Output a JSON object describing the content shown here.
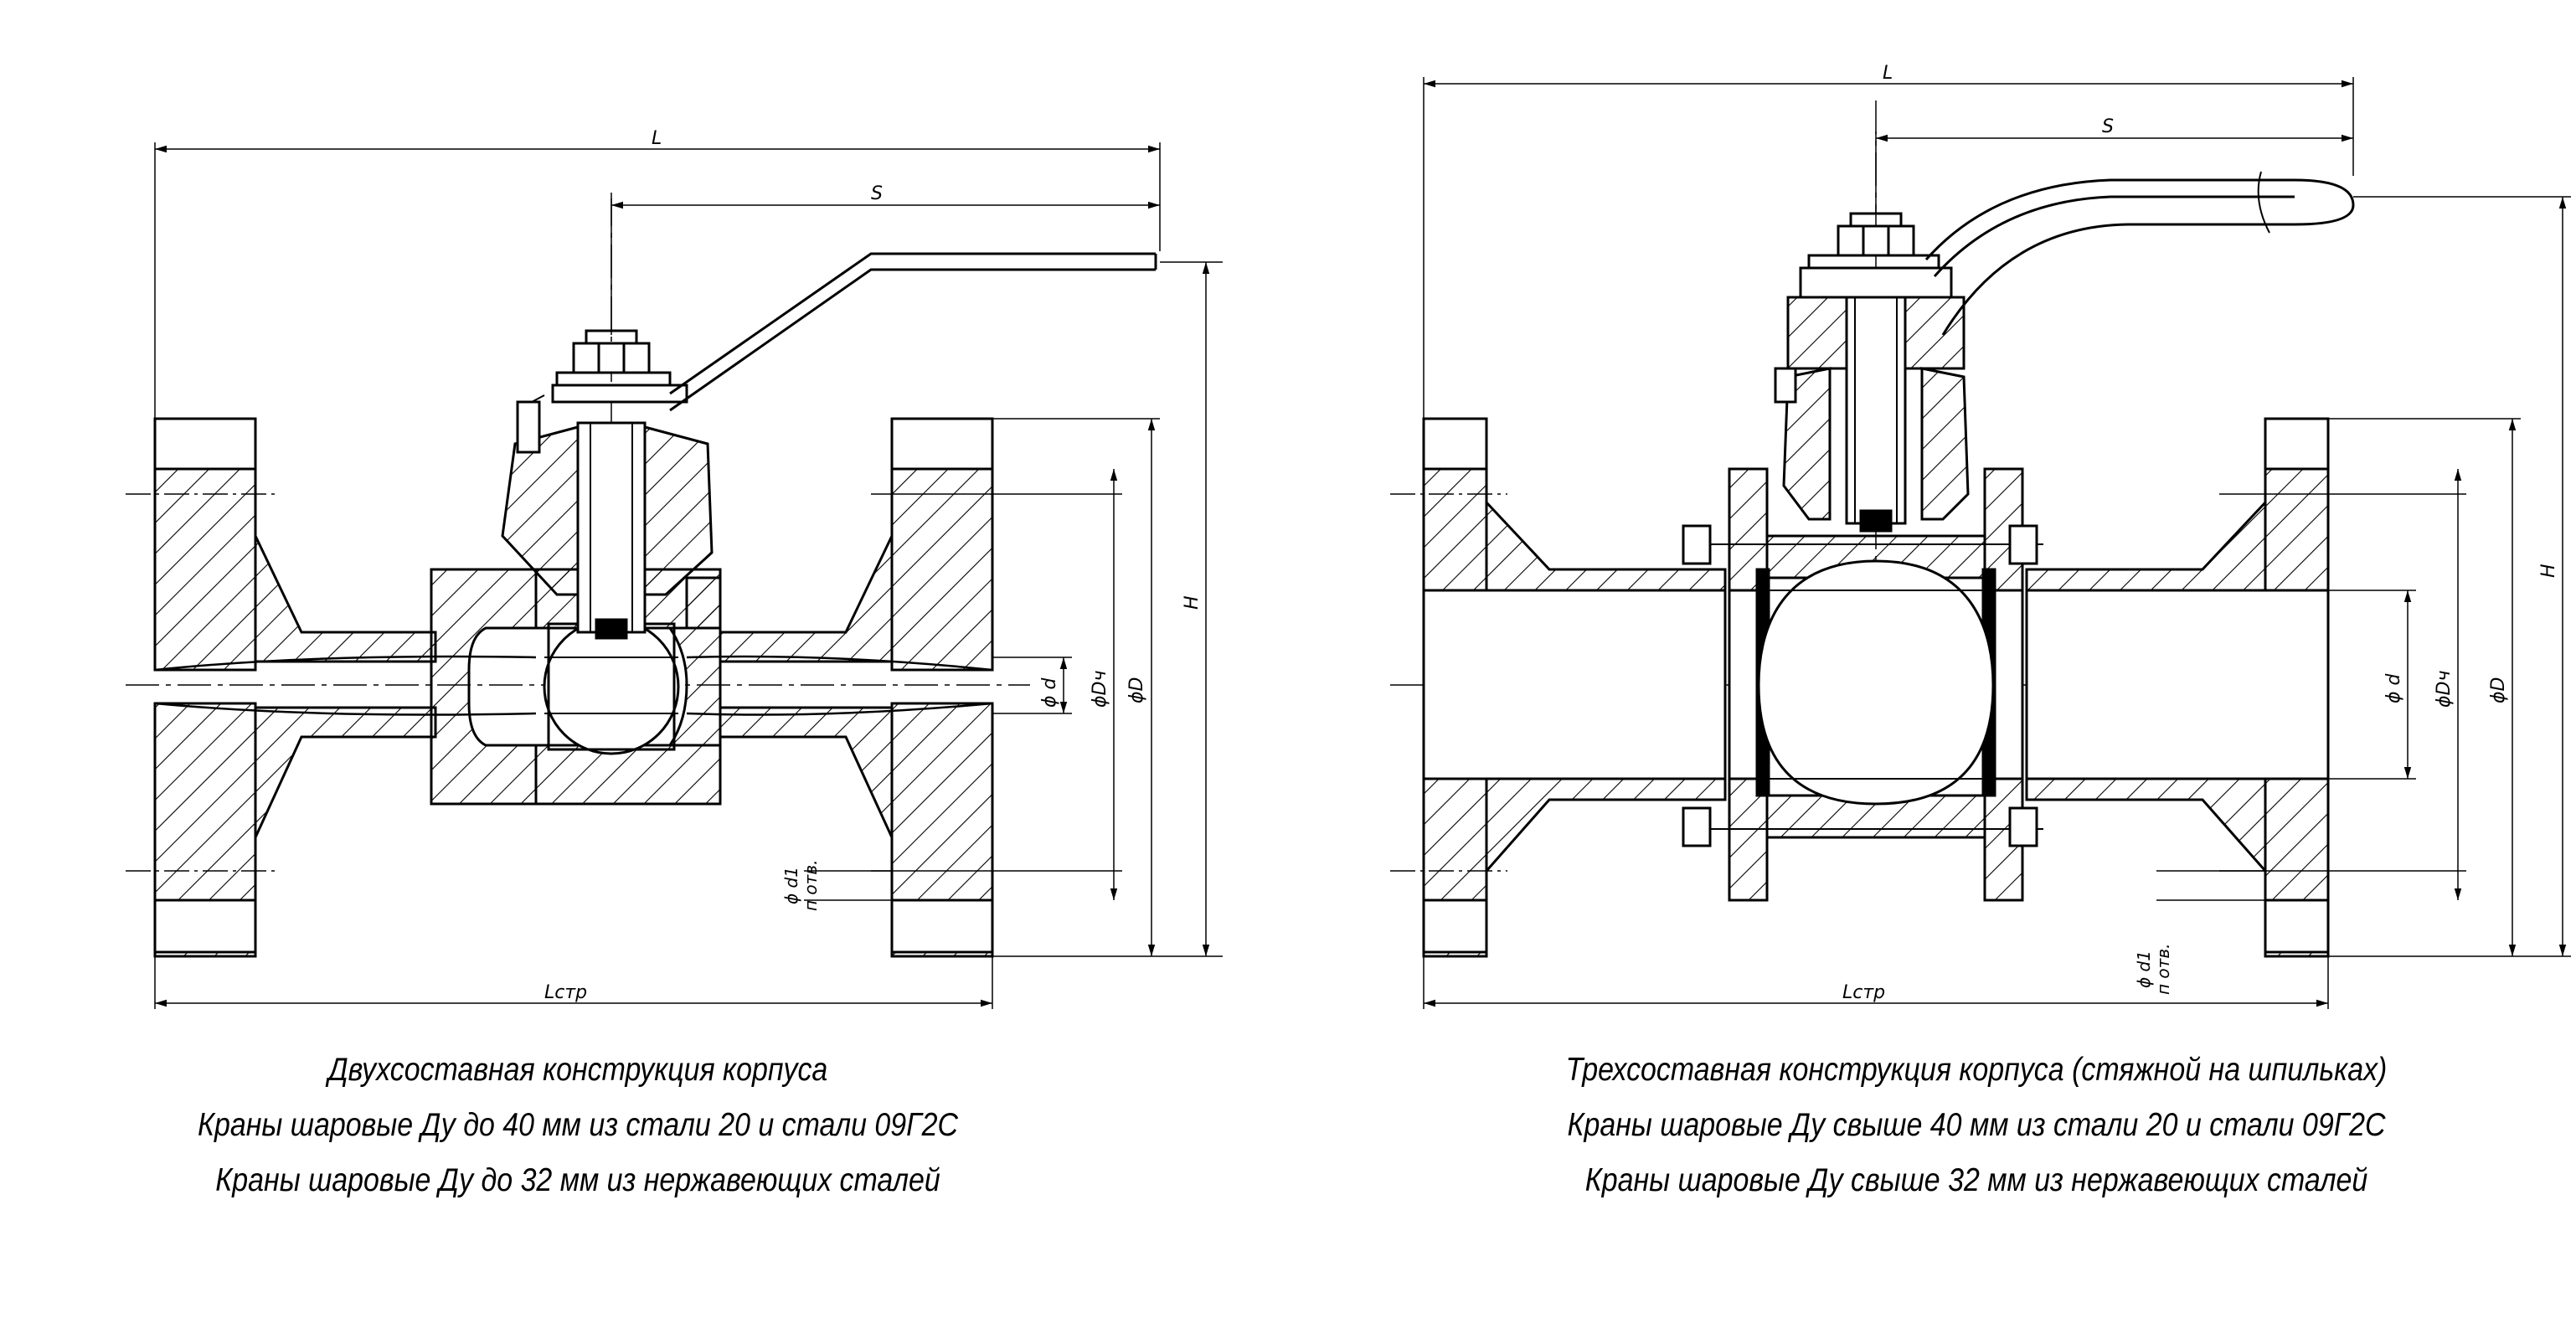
{
  "dimensions": {
    "L": "L",
    "S": "S",
    "H": "H",
    "D": "ϕD",
    "Du": "ϕDч",
    "d": "ϕ d",
    "d1": "ϕ d1",
    "n_holes": "п отв.",
    "Lstr": "Lстр"
  },
  "captions": {
    "left": [
      "Двухсоставная конструкция корпуса",
      "Краны шаровые Ду до 40 мм из стали 20 и стали 09Г2С",
      "Краны шаровые Ду до 32 мм из нержавеющих сталей"
    ],
    "right": [
      "Трехсоставная конструкция корпуса (стяжной на шпильках)",
      "Краны шаровые Ду свыше 40 мм из стали 20 и стали 09Г2С",
      "Краны шаровые Ду свыше 32 мм из нержавеющих сталей"
    ]
  }
}
